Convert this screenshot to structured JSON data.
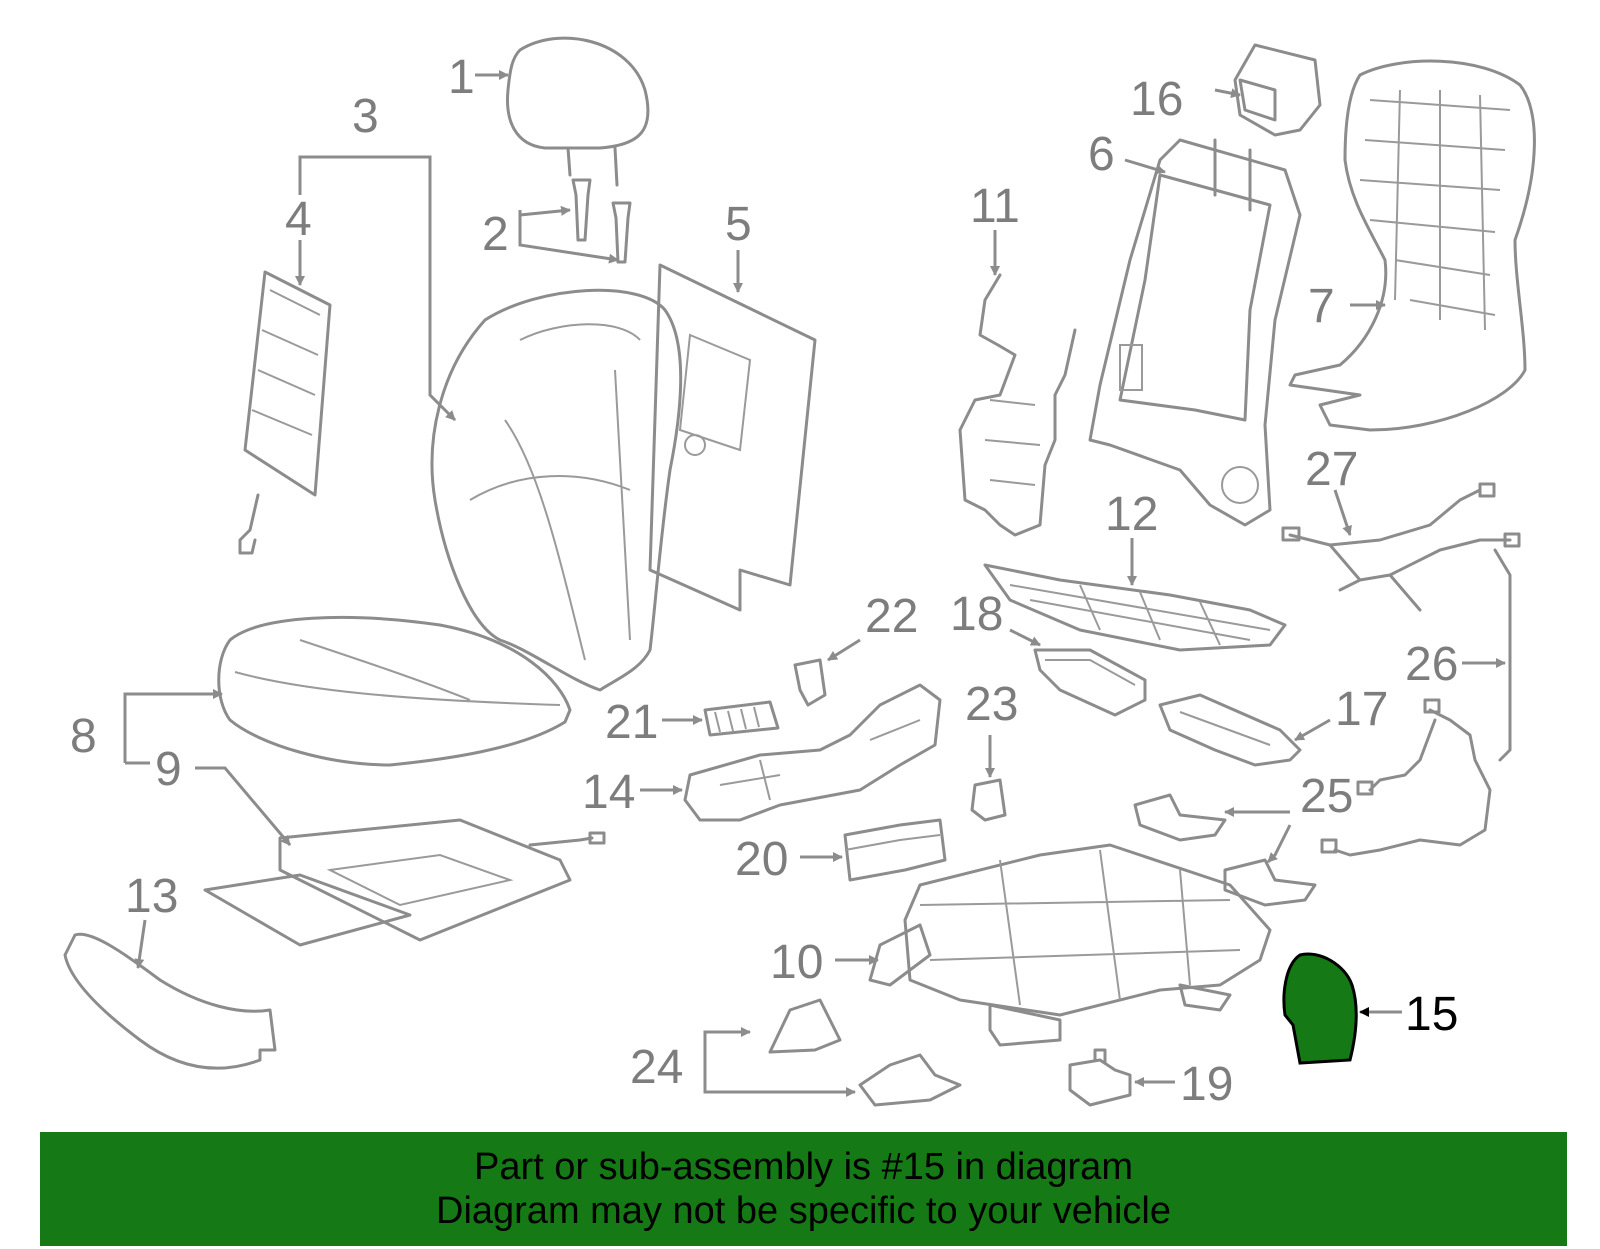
{
  "diagram": {
    "labels": [
      "1",
      "2",
      "3",
      "4",
      "5",
      "6",
      "7",
      "8",
      "9",
      "10",
      "11",
      "12",
      "13",
      "14",
      "15",
      "16",
      "17",
      "18",
      "19",
      "20",
      "21",
      "22",
      "23",
      "24",
      "25",
      "26",
      "27"
    ],
    "highlighted_label": "15",
    "highlight_color": "#157a15",
    "line_color": "#8c8c8c"
  },
  "banner": {
    "line1": "Part or sub-assembly is #15 in diagram",
    "line2": "Diagram may not be specific to your vehicle",
    "background": "#157a15"
  }
}
